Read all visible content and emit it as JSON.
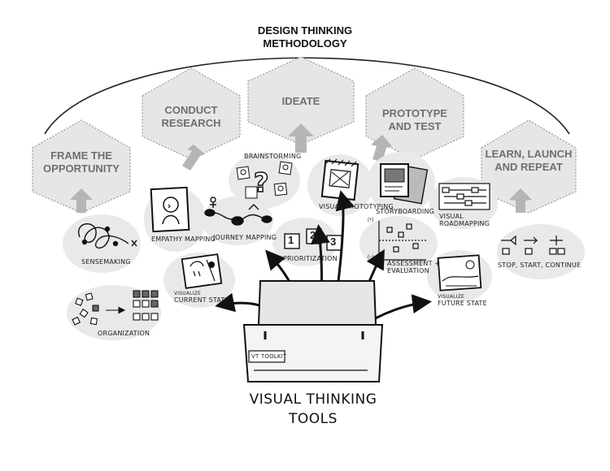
{
  "title": {
    "line1": "DESIGN THINKING",
    "line2": "METHODOLOGY"
  },
  "phases": [
    {
      "line1": "FRAME THE",
      "line2": "OPPORTUNITY"
    },
    {
      "line1": "CONDUCT",
      "line2": "RESEARCH"
    },
    {
      "line1": "IDEATE",
      "line2": ""
    },
    {
      "line1": "PROTOTYPE",
      "line2": "AND TEST"
    },
    {
      "line1": "LEARN, LAUNCH",
      "line2": "AND REPEAT"
    }
  ],
  "tools": {
    "sensemaking": "SENSEMAKING",
    "empathy_mapping": "EMPATHY MAPPING",
    "brainstorming": "BRAINSTORMING",
    "journey_mapping": "JOURNEY MAPPING",
    "visual_prototyping": "VISUAL PROTOTYPING",
    "storyboarding": "STORYBOARDING",
    "visual_roadmapping": {
      "line1": "VISUAL",
      "line2": "ROADMAPPING"
    },
    "prioritization": "PRIORITIZATION",
    "assessment": {
      "line1": "ASSESSMENT +",
      "line2": "EVALUATION"
    },
    "stop_start_continue": "STOP, START, CONTINUE",
    "organization": "ORGANIZATION",
    "current_state": {
      "line1": "VISUALIZE",
      "line2": "CURRENT STATE"
    },
    "future_state": {
      "line1": "VISUALIZE",
      "line2": "FUTURE STATE"
    },
    "toolbox_label": "VT TOOLKIT",
    "prioritization_numbers": [
      "1",
      "2",
      "3"
    ],
    "axis_plus": "(+)",
    "axis_minus": "(−)"
  },
  "footer": {
    "line1": "VISUAL THINKING",
    "line2": "TOOLS"
  }
}
